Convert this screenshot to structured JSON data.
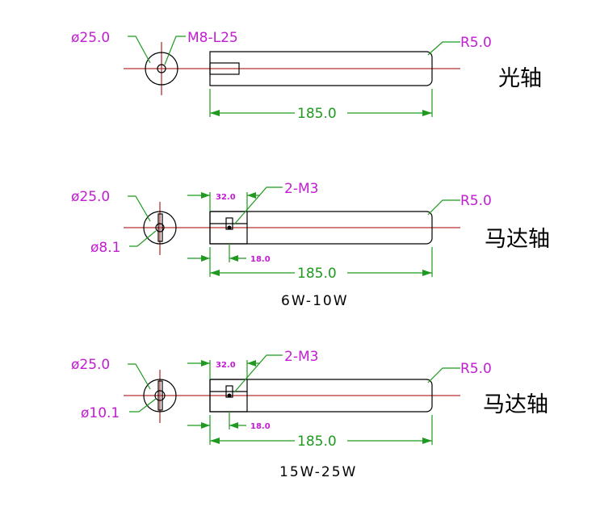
{
  "shafts": [
    {
      "title": "光轴",
      "dia_label": "ø25.0",
      "bore_label": "",
      "thread_label": "M8-L25",
      "radius_label": "R5.0",
      "length_label": "185.0",
      "dim_a": "",
      "dim_b": "",
      "subtitle": ""
    },
    {
      "title": "马达轴",
      "dia_label": "ø25.0",
      "bore_label": "ø8.1",
      "thread_label": "2-M3",
      "radius_label": "R5.0",
      "length_label": "185.0",
      "dim_a": "32.0",
      "dim_b": "18.0",
      "subtitle": "6W-10W"
    },
    {
      "title": "马达轴",
      "dia_label": "ø25.0",
      "bore_label": "ø10.1",
      "thread_label": "2-M3",
      "radius_label": "R5.0",
      "length_label": "185.0",
      "dim_a": "32.0",
      "dim_b": "18.0",
      "subtitle": "15W-25W"
    }
  ],
  "colors": {
    "annotation": "#c21cd2",
    "dimension": "#1f9a1f",
    "centerline": "#b33232",
    "outline": "#000000"
  }
}
